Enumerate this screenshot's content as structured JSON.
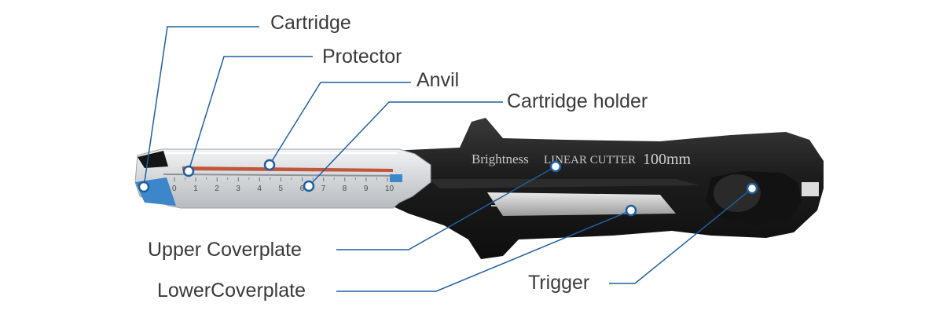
{
  "labels": {
    "cartridge": "Cartridge",
    "protector": "Protector",
    "anvil": "Anvil",
    "cartridge_holder": "Cartridge holder",
    "upper_coverplate": "Upper Coverplate",
    "lower_coverplate": "LowerCoverplate",
    "trigger": "Trigger"
  },
  "device": {
    "brand": "Brightness",
    "model": "LINEAR  CUTTER",
    "size": "100mm",
    "scale_marks": [
      "0",
      "1",
      "2",
      "3",
      "4",
      "5",
      "6",
      "7",
      "8",
      "9",
      "10"
    ]
  },
  "colors": {
    "leader_line": "#1f5fa0",
    "handle_body": "#1c1c1c",
    "metal_jaw": "#d7d9db",
    "cartridge_blue": "#3b87c9",
    "protector_red": "#c0563b"
  }
}
